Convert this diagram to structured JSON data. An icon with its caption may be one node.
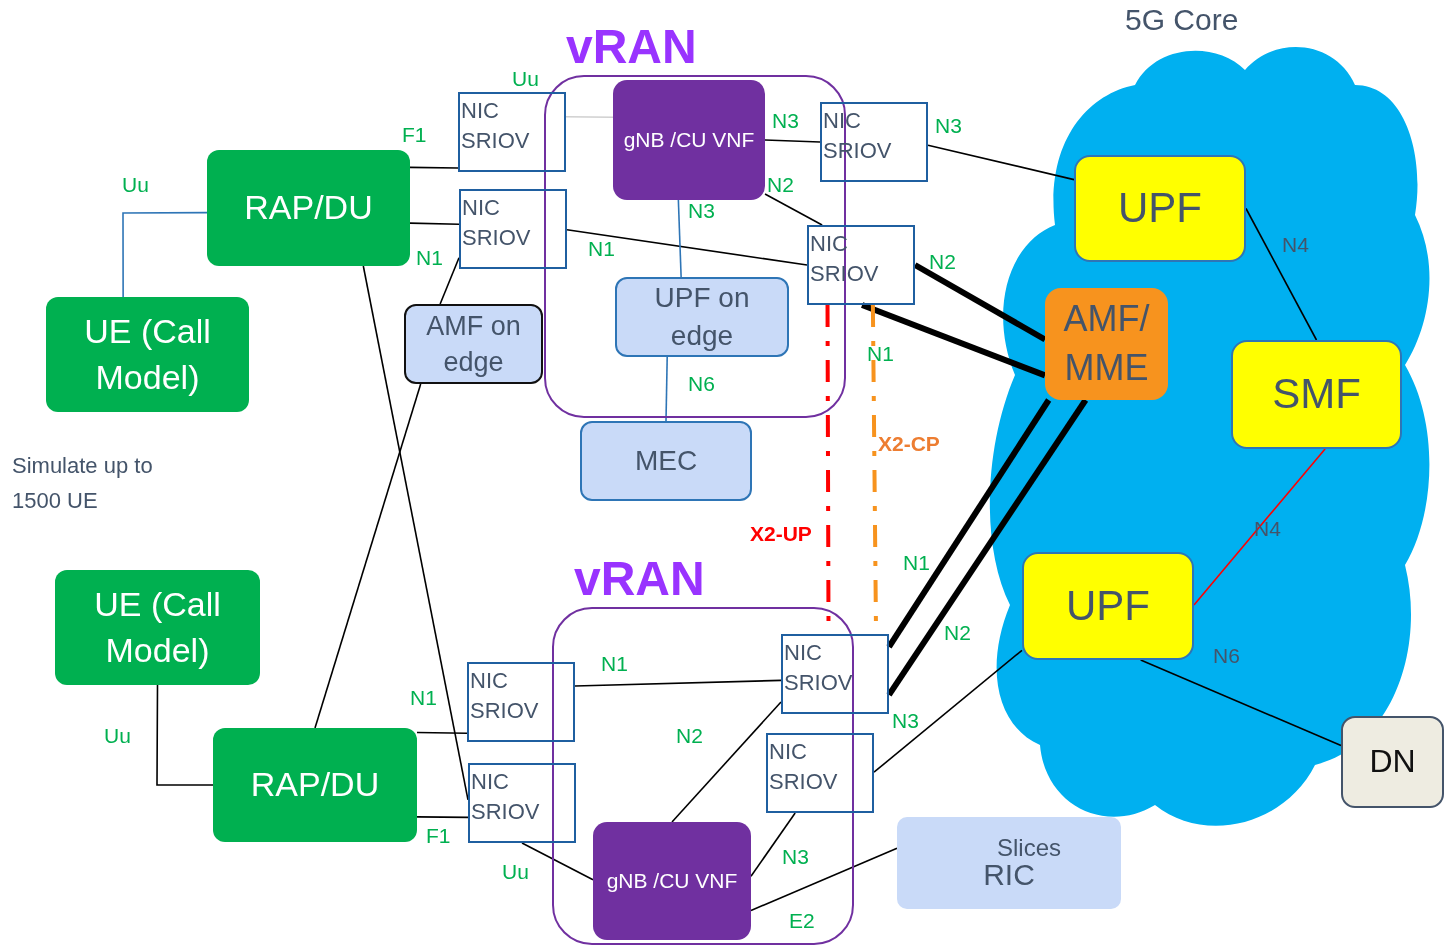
{
  "diagram": {
    "nodes": [
      {
        "text": [
          "5G Core"
        ]
      },
      {
        "text": [
          "vRAN"
        ]
      },
      {
        "text": [
          "RAP/DU"
        ]
      },
      {
        "text": [
          "UE (Call Model)"
        ]
      },
      {
        "text": [
          "NIC SRIOV"
        ]
      },
      {
        "text": [
          "NIC SRIOV"
        ]
      },
      {
        "text": [
          "gNB /CU VNF"
        ],
        "in": 1
      },
      {
        "text": [
          "NIC SRIOV"
        ]
      },
      {
        "text": [
          "NIC SRIOV"
        ]
      },
      {
        "text": [
          "UPF on edge"
        ],
        "in": 1
      },
      {
        "text": [
          "AMF on edge"
        ]
      },
      {
        "text": [
          "MEC"
        ]
      },
      {
        "text": [
          "UPF"
        ],
        "in": 0
      },
      {
        "text": [
          "AMF/ MME"
        ],
        "in": 0
      },
      {
        "text": [
          "SMF"
        ],
        "in": 0
      },
      {
        "text": [
          "UPF"
        ],
        "in": 0
      },
      {
        "text": [
          "DN"
        ]
      },
      {
        "text": [
          "vRAN"
        ]
      },
      {
        "text": [
          "UE (Call Model)"
        ]
      },
      {
        "text": [
          "RAP/DU"
        ]
      },
      {
        "text": [
          "NIC SRIOV"
        ]
      },
      {
        "text": [
          "NIC SRIOV"
        ]
      },
      {
        "text": [
          "NIC SRIOV"
        ]
      },
      {
        "text": [
          "NIC SRIOV"
        ]
      },
      {
        "text": [
          "gNB /CU VNF"
        ],
        "in": 17
      },
      {
        "text": [
          "Slices",
          "RIC"
        ]
      }
    ],
    "edges": [
      {
        "from": 3,
        "to": 2,
        "arrow": "none",
        "label": "Uu",
        "color": "#2e75b6"
      },
      {
        "from": 2,
        "to": 4,
        "arrow": "none",
        "label": "F1"
      },
      {
        "from": 2,
        "to": 5,
        "arrow": "none"
      },
      {
        "from": 5,
        "to": 10,
        "arrow": "none",
        "label": "N1"
      },
      {
        "from": 4,
        "to": 6,
        "arrow": "none",
        "label": "Uu",
        "color": "#d0d0d0"
      },
      {
        "from": 5,
        "to": 8,
        "arrow": "none",
        "label": "N1"
      },
      {
        "from": 6,
        "to": 7,
        "arrow": "none",
        "label": "N3"
      },
      {
        "from": 6,
        "to": 8,
        "arrow": "none",
        "label": "N2"
      },
      {
        "from": 6,
        "to": 9,
        "arrow": "none",
        "label": "N3",
        "color": "#2e75b6"
      },
      {
        "from": 9,
        "to": 11,
        "arrow": "none",
        "label": "N6",
        "color": "#2e75b6"
      },
      {
        "from": 7,
        "to": 12,
        "arrow": "none",
        "label": "N3"
      },
      {
        "from": 8,
        "to": 13,
        "arrow": "none",
        "label": "N2",
        "style": "thick"
      },
      {
        "from": 8,
        "to": 13,
        "arrow": "none",
        "label": "N1",
        "style": "thick"
      },
      {
        "from": 8,
        "to": 21,
        "arrow": "none",
        "label": "X2-UP",
        "style": "dashed",
        "color": "#ff0000"
      },
      {
        "from": 8,
        "to": 21,
        "arrow": "none",
        "label": "X2-CP",
        "style": "dashed",
        "color": "#f7931e"
      },
      {
        "from": 21,
        "to": 13,
        "arrow": "none",
        "label": "N1",
        "style": "thick"
      },
      {
        "from": 21,
        "to": 13,
        "arrow": "none",
        "label": "N2",
        "style": "thick"
      },
      {
        "from": 12,
        "to": 14,
        "arrow": "none",
        "label": "N4"
      },
      {
        "from": 14,
        "to": 15,
        "arrow": "none",
        "label": "N4",
        "color": "#ff0000"
      },
      {
        "from": 15,
        "to": 16,
        "arrow": "none",
        "label": "N6"
      },
      {
        "from": 23,
        "to": 15,
        "arrow": "none",
        "label": "N3"
      },
      {
        "from": 18,
        "to": 19,
        "arrow": "none",
        "label": "Uu"
      },
      {
        "from": 19,
        "to": 20,
        "arrow": "none"
      },
      {
        "from": 19,
        "to": 22,
        "arrow": "none",
        "label": "F1"
      },
      {
        "from": 10,
        "to": 19,
        "arrow": "none"
      },
      {
        "from": 2,
        "to": 22,
        "arrow": "none",
        "label": "N1"
      },
      {
        "from": 20,
        "to": 21,
        "arrow": "none",
        "label": "N1"
      },
      {
        "from": 21,
        "to": 24,
        "arrow": "none",
        "label": "N2"
      },
      {
        "from": 22,
        "to": 24,
        "arrow": "none",
        "label": "Uu"
      },
      {
        "from": 23,
        "to": 24,
        "arrow": "none",
        "label": "N3"
      },
      {
        "from": 24,
        "to": 25,
        "arrow": "none",
        "label": "E2"
      }
    ],
    "labels": [
      "Simulate up to 1500 UE"
    ]
  }
}
